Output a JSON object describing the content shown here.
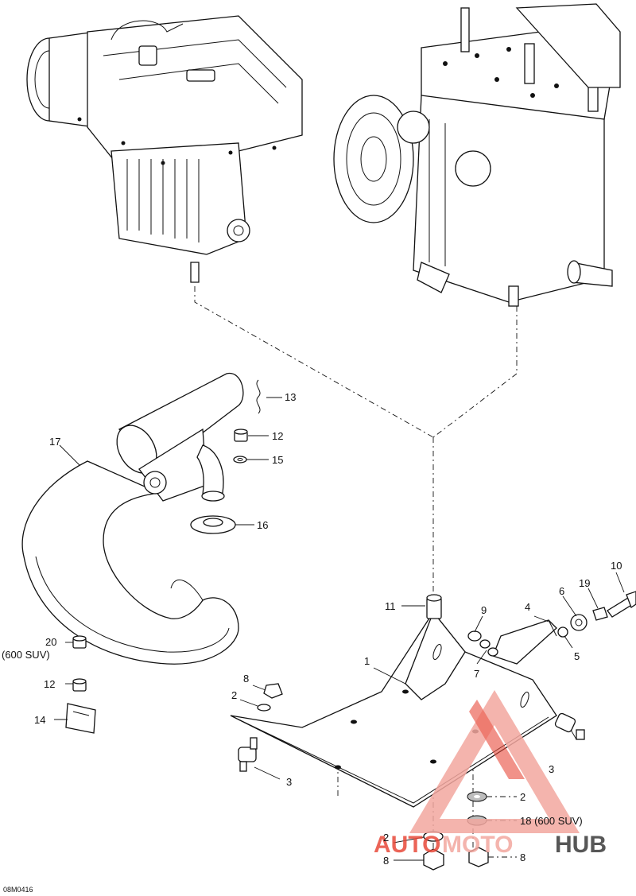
{
  "figure_code": "08M0416",
  "callouts": {
    "c1": "1",
    "c2a": "2",
    "c2b": "2",
    "c2c": "2",
    "c3a": "3",
    "c3b": "3",
    "c4": "4",
    "c5": "5",
    "c6": "6",
    "c7": "7",
    "c8a": "8",
    "c8b": "8",
    "c8c": "8",
    "c9": "9",
    "c10": "10",
    "c11": "11",
    "c12a": "12",
    "c12b": "12",
    "c13": "13",
    "c14": "14",
    "c15": "15",
    "c16": "16",
    "c17": "17",
    "c18": "18 (600 SUV)",
    "c19": "19",
    "c20": "20",
    "c20_note": "(600 SUV)"
  },
  "watermark": {
    "prefix": "AUTO",
    "middle": "MOTO",
    "suffix": "HUB",
    "colors": {
      "red": "#e84a3a",
      "pink": "#f3a79f",
      "dark": "#3a3a3a"
    }
  }
}
